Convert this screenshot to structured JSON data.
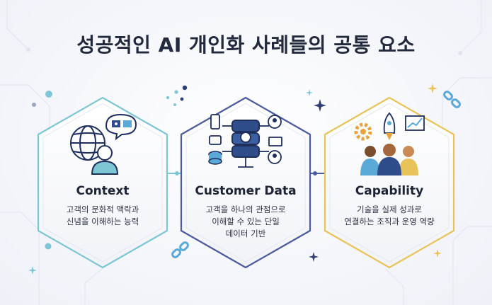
{
  "title": "성공적인 AI 개인화 사례들의 공통 요소",
  "cards": [
    {
      "title": "Context",
      "desc": [
        "고객의 문화적 맥락과",
        "신념을 이해하는 능력"
      ],
      "accent": "#7fc6d4"
    },
    {
      "title": "Customer Data",
      "desc": [
        "고객을 하나의 관점으로",
        "이해할 수 있는 단일",
        "데이터 기반"
      ],
      "accent": "#4c5a9e"
    },
    {
      "title": "Capability",
      "desc": [
        "기술을 실제 성과로",
        "연결하는 조직과 운영 역량"
      ],
      "accent": "#e8c35a"
    }
  ],
  "icons": [
    "globe-person-icon",
    "database-devices-icon",
    "team-rocket-icon"
  ]
}
